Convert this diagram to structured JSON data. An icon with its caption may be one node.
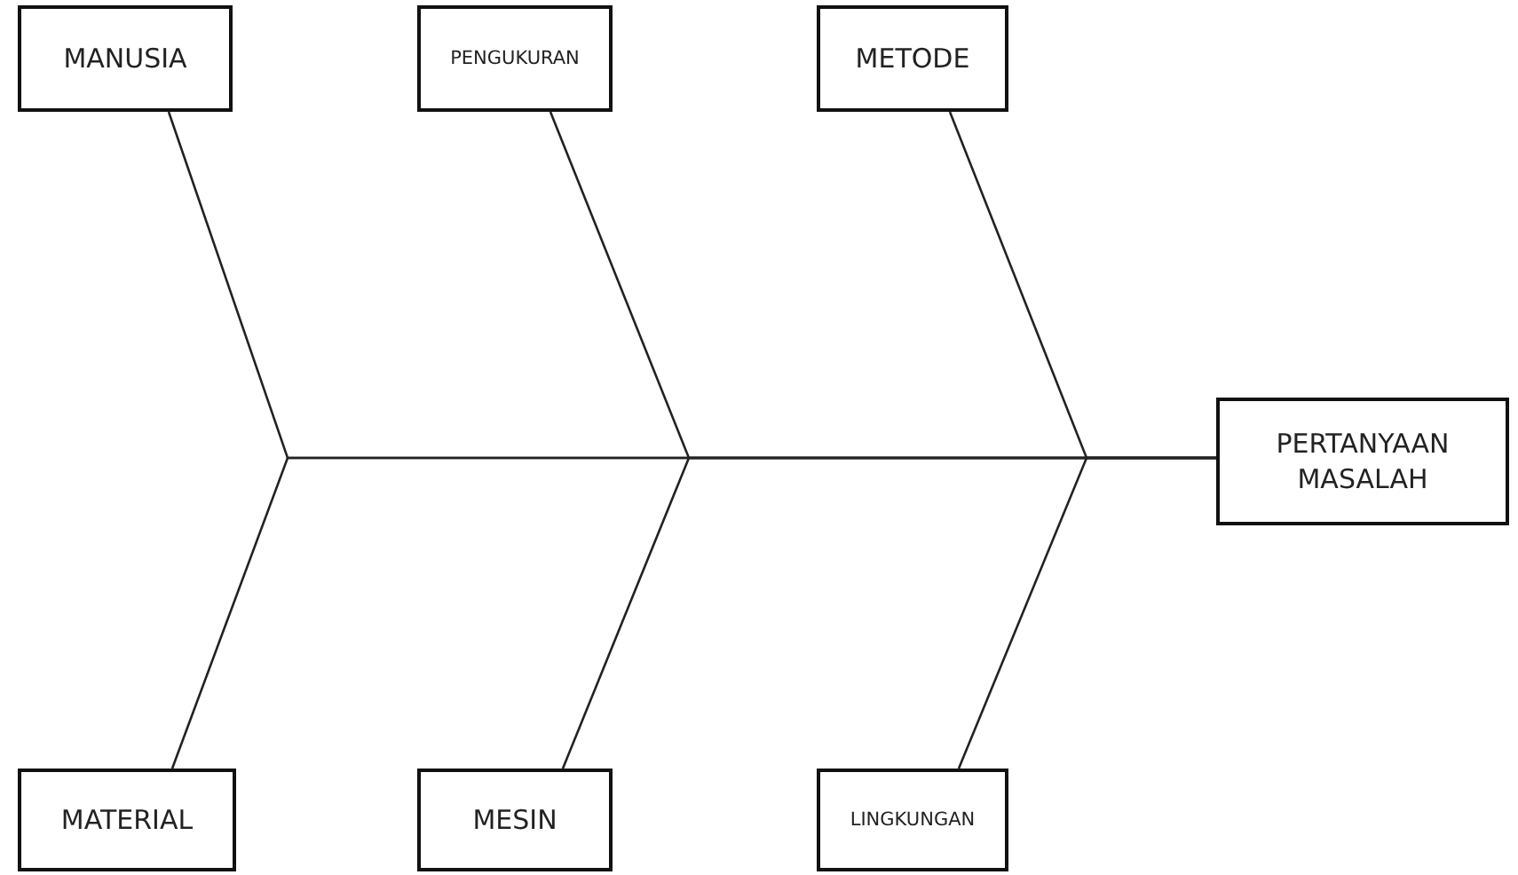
{
  "diagram": {
    "nodes": [
      {
        "text": [
          "MANUSIA"
        ]
      },
      {
        "text": [
          "PENGUKURAN"
        ]
      },
      {
        "text": [
          "METODE"
        ]
      },
      {
        "text": [
          "PERTANYAAN MASALAH"
        ]
      },
      {
        "text": [
          "MATERIAL"
        ]
      },
      {
        "text": [
          "MESIN"
        ]
      },
      {
        "text": [
          "LINGKUNGAN"
        ]
      }
    ],
    "edges": [
      {
        "from": 0,
        "to": 3,
        "arrow": "none"
      },
      {
        "from": 1,
        "to": 3,
        "arrow": "none"
      },
      {
        "from": 2,
        "to": 3,
        "arrow": "none"
      },
      {
        "from": 4,
        "to": 3,
        "arrow": "none"
      },
      {
        "from": 5,
        "to": 3,
        "arrow": "none"
      },
      {
        "from": 6,
        "to": 3,
        "arrow": "none"
      }
    ]
  }
}
